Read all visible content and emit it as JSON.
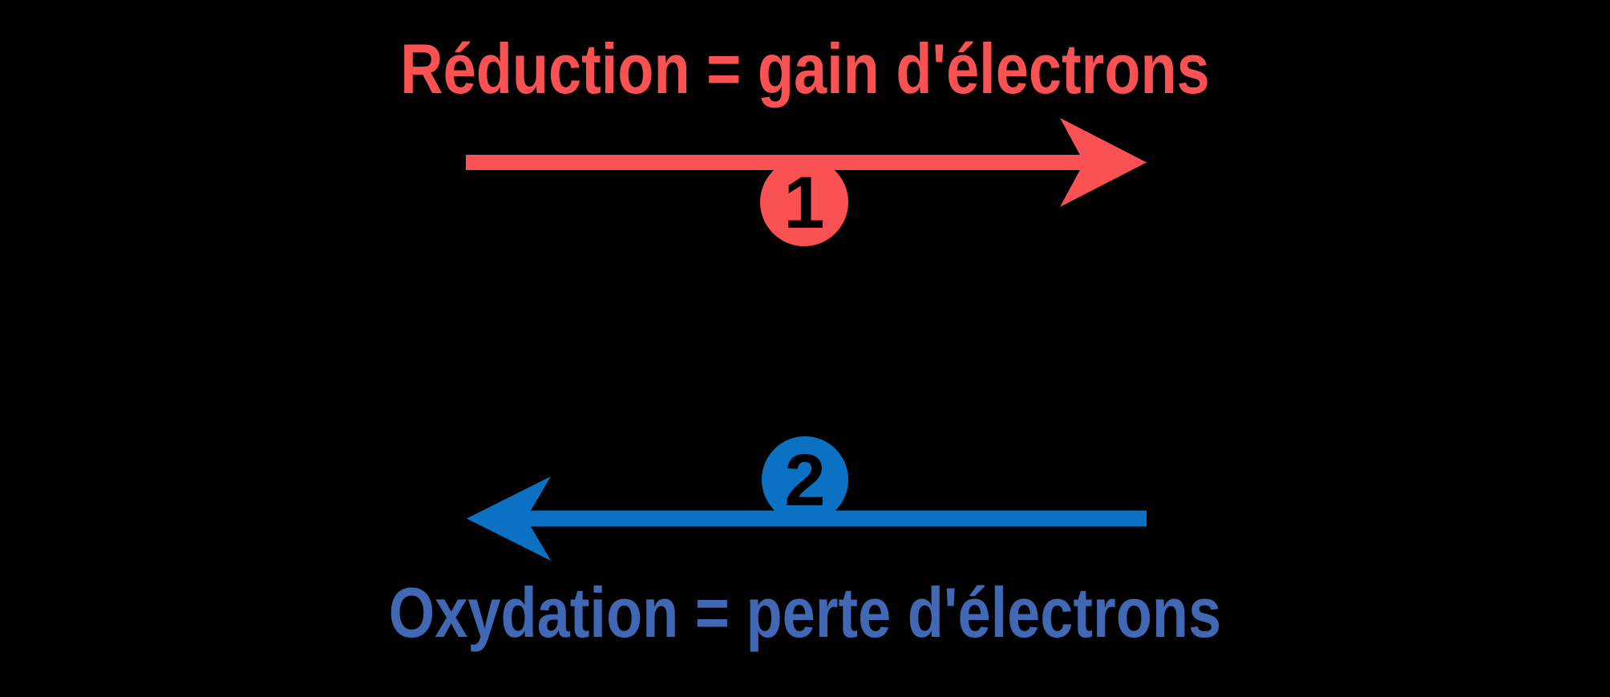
{
  "canvas": {
    "background": "#000000"
  },
  "colors": {
    "red": "#fa5252",
    "blue_arrow": "#0b72c3",
    "blue_text": "#4068b4",
    "digit": "#000000"
  },
  "reduction": {
    "label": "Réduction = gain d'électrons",
    "step_number": "1"
  },
  "oxidation": {
    "label": "Oxydation = perte d'électrons",
    "step_number": "2"
  }
}
